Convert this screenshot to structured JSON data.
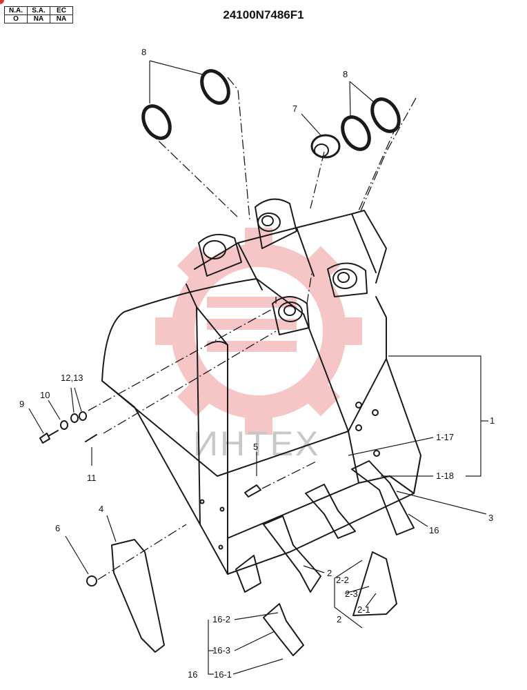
{
  "diagram": {
    "title": "24100N7486F1",
    "region_table": {
      "headers": [
        "N.A.",
        "S.A.",
        "EC"
      ],
      "values": [
        "O",
        "NA",
        "NA"
      ]
    },
    "watermark_text": "ИНТЕХ",
    "callouts": {
      "c1": "1",
      "c1_17": "1-17",
      "c1_18": "1-18",
      "c2a": "2",
      "c2b": "2",
      "c2_1": "2-1",
      "c2_2": "2-2",
      "c2_3": "2-3",
      "c3": "3",
      "c4": "4",
      "c5": "5",
      "c6": "6",
      "c7": "7",
      "c8a": "8",
      "c8b": "8",
      "c9": "9",
      "c10": "10",
      "c11": "11",
      "c12_13": "12,13",
      "c16a": "16",
      "c16b": "16",
      "c16_1": "16-1",
      "c16_2": "16-2",
      "c16_3": "16-3"
    },
    "colors": {
      "line": "#1a1a1a",
      "watermark": "#e86a6a"
    }
  }
}
